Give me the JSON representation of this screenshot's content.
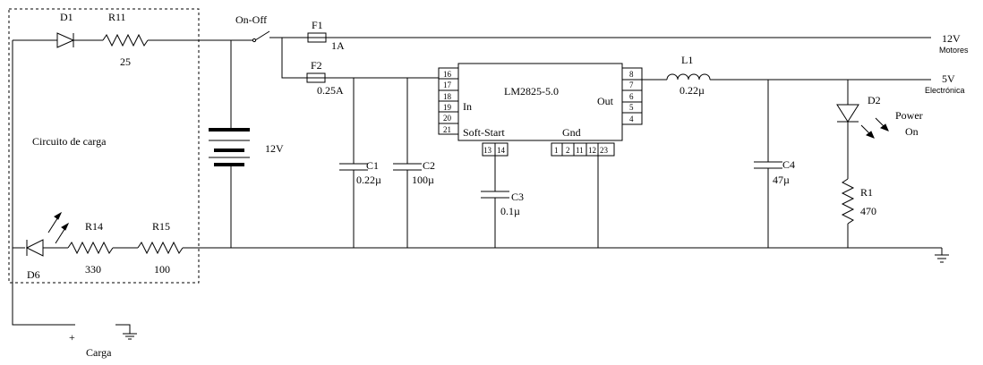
{
  "charger": {
    "label": "Circuito de carga",
    "d1": "D1",
    "r11": "R11",
    "r11_value": "25",
    "r14": "R14",
    "r14_value": "330",
    "r15": "R15",
    "r15_value": "100",
    "d6": "D6",
    "plus": "+",
    "load": "Carga"
  },
  "battery": {
    "voltage": "12V"
  },
  "switch": {
    "label": "On-Off"
  },
  "fuses": {
    "f1": "F1",
    "f1_value": "1A",
    "f2": "F2",
    "f2_value": "0.25A"
  },
  "outputs": {
    "v12": "12V",
    "v12_desc": "Motores",
    "v5": "5V",
    "v5_desc": "Electrónica"
  },
  "regulator": {
    "name": "LM2825-5.0",
    "in_label": "In",
    "out_label": "Out",
    "soft_start": "Soft-Start",
    "gnd": "Gnd",
    "pins_left": [
      "16",
      "17",
      "18",
      "19",
      "20",
      "21"
    ],
    "pins_right": [
      "8",
      "7",
      "6",
      "5",
      "4"
    ],
    "pins_soft": [
      "13",
      "14"
    ],
    "pins_gnd": [
      "1",
      "2",
      "11",
      "12",
      "23"
    ]
  },
  "capacitors": {
    "c1": "C1",
    "c1_value": "0.22µ",
    "c2": "C2",
    "c2_value": "100µ",
    "c3": "C3",
    "c3_value": "0.1µ",
    "c4": "C4",
    "c4_value": "47µ"
  },
  "inductor": {
    "l1": "L1",
    "l1_value": "0.22µ"
  },
  "indicator": {
    "d2": "D2",
    "r1": "R1",
    "r1_value": "470",
    "label_line1": "Power",
    "label_line2": "On"
  }
}
